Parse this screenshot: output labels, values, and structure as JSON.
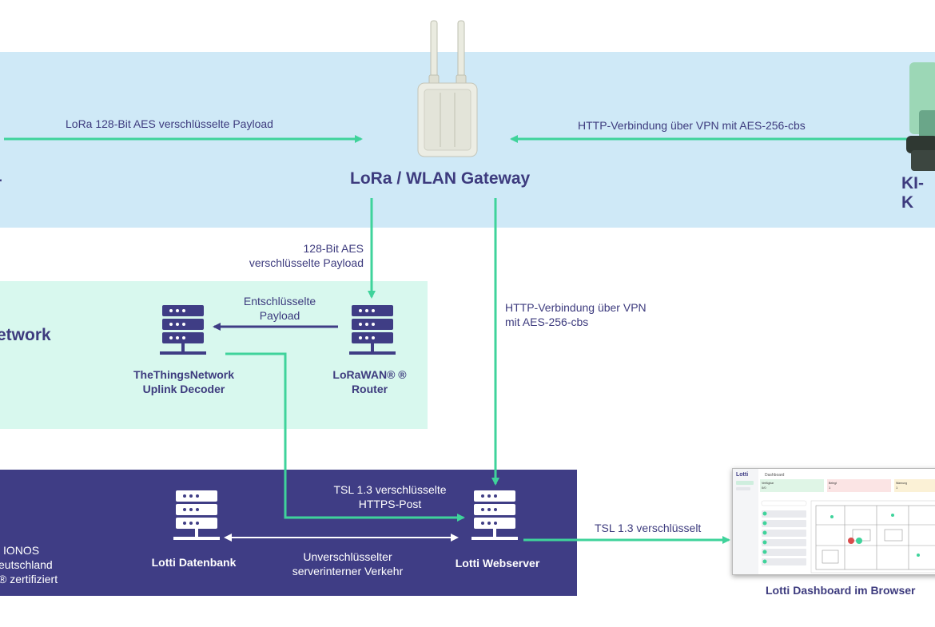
{
  "regions": {
    "top": {
      "left_title": "r",
      "right_title": "KI-K"
    },
    "middle": {
      "title": "etwork"
    },
    "bottom": {
      "lines": [
        "IONOS",
        "eutschland",
        "® zertifiziert"
      ]
    }
  },
  "gateway": {
    "label": "LoRa / WLAN Gateway"
  },
  "nodes": {
    "decoder": {
      "line1": "TheThingsNetwork",
      "line2": "Uplink Decoder"
    },
    "router": {
      "line1": "LoRaWAN® ®",
      "line2": "Router"
    },
    "database": {
      "label": "Lotti Datenbank"
    },
    "webserver": {
      "label": "Lotti Webserver"
    },
    "dashboard": {
      "label": "Lotti Dashboard im Browser"
    }
  },
  "connections": {
    "sensor_to_gateway": "LoRa 128-Bit AES verschlüsselte Payload",
    "kik_to_gateway": "HTTP-Verbindung über VPN mit AES-256-cbs",
    "gateway_to_router": {
      "line1": "128-Bit AES",
      "line2": "verschlüsselte Payload"
    },
    "gateway_to_webserver": {
      "line1": "HTTP-Verbindung über VPN",
      "line2": "mit AES-256-cbs"
    },
    "router_to_decoder": {
      "line1": "Entschlüsselte",
      "line2": "Payload"
    },
    "decoder_to_webserver": {
      "line1": "TSL 1.3 verschlüsselte",
      "line2": "HTTPS-Post"
    },
    "database_webserver": {
      "line1": "Unverschlüsselter",
      "line2": "serverinterner Verkehr"
    },
    "webserver_to_browser": "TSL 1.3 verschlüsselt"
  },
  "colors": {
    "accent_green": "#3fd39b",
    "navy": "#3f3d85",
    "text": "#3d3b7e",
    "top_band": "#cfe9f7",
    "mid_band": "#d8f8ee"
  },
  "dashboard_screenshot": {
    "app_name": "Lotti",
    "page_title": "Dashboard",
    "cards": [
      "Verfügbar",
      "Belegt",
      "Warnung"
    ],
    "card_values": [
      "0/0",
      "1",
      "1"
    ]
  }
}
